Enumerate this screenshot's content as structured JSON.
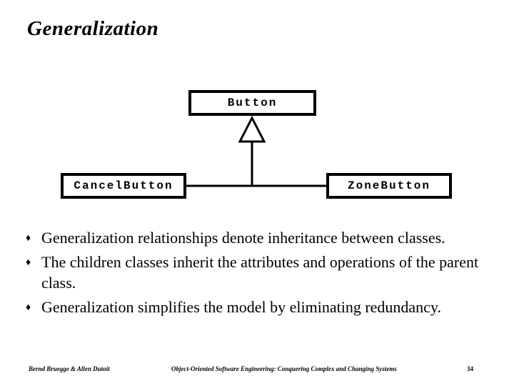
{
  "slide": {
    "title": "Generalization",
    "bullet_glyph": "♦",
    "diagram": {
      "parent": "Button",
      "children": [
        "CancelButton",
        "ZoneButton"
      ]
    },
    "bullets": [
      "Generalization relationships denote inheritance between classes.",
      "The children classes inherit the attributes and operations of the parent class.",
      "Generalization simplifies the model by eliminating redundancy."
    ],
    "footer": {
      "authors": "Bernd Bruegge & Allen Dutoit",
      "book_title": "Object-Oriented Software Engineering: Conquering Complex and Changing Systems",
      "page_number": "34"
    },
    "colors": {
      "background": "#ffffff",
      "ink": "#000000"
    }
  }
}
